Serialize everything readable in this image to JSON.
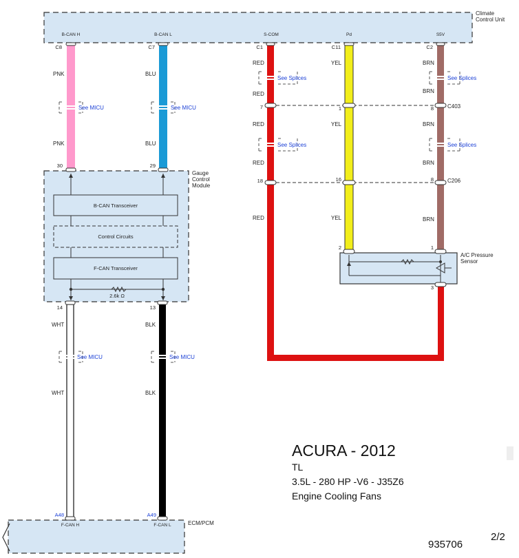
{
  "colors": {
    "pnk": "#ff99cc",
    "blu": "#1a9ad6",
    "red": "#dd1111",
    "yel": "#f2ee1a",
    "brn": "#a06b66",
    "blk": "#000000",
    "wht": "#ffffff",
    "module": "#d6e6f4",
    "link": "#1a3fd6"
  },
  "climate": {
    "name": "Climate\nControl Unit",
    "pins": [
      {
        "label": "B-CAN H",
        "num": "C8"
      },
      {
        "label": "B-CAN L",
        "num": "C7"
      },
      {
        "label": "S-COM",
        "num": "C1"
      },
      {
        "label": "Pd",
        "num": "C11"
      },
      {
        "label": "S5V",
        "num": "C2"
      }
    ]
  },
  "wires": {
    "b_can_h": {
      "upper": "PNK",
      "lower": "PNK"
    },
    "b_can_l": {
      "upper": "BLU",
      "lower": "BLU"
    },
    "s_com": {
      "seg1": "RED",
      "seg2": "RED",
      "seg3": "RED",
      "seg4": "RED",
      "seg5": "RED"
    },
    "pd": {
      "seg1": "YEL",
      "seg2": "YEL",
      "seg3": "YEL"
    },
    "s5v": {
      "seg1": "BRN",
      "seg2": "BRN",
      "seg3": "BRN",
      "seg4": "BRN",
      "seg5": "BRN"
    },
    "f_can_h": {
      "upper": "WHT",
      "lower": "WHT"
    },
    "f_can_l": {
      "upper": "BLK",
      "lower": "BLK"
    }
  },
  "links": {
    "micu": "See MICU",
    "splices": "See Splices"
  },
  "connectors": {
    "c403": {
      "name": "C403",
      "pins": [
        "7",
        "1",
        "8"
      ]
    },
    "c206": {
      "name": "C206",
      "pins": [
        "18",
        "16",
        "8"
      ]
    }
  },
  "gauge": {
    "name": "Gauge\nControl\nModule",
    "top_pins": [
      "30",
      "29"
    ],
    "bottom_pins": [
      "14",
      "13"
    ],
    "b_can": "B-CAN Transceiver",
    "control": "Control  Circuits",
    "f_can": "F-CAN Transceiver",
    "resistor": "2.6k Ω"
  },
  "sensor": {
    "name": "A/C Pressure\nSensor",
    "pins": [
      "2",
      "1",
      "3"
    ]
  },
  "ecm": {
    "name": "ECM/PCM",
    "pins": [
      {
        "num": "A48",
        "label": "F-CAN H"
      },
      {
        "num": "A49",
        "label": "F-CAN L"
      }
    ]
  },
  "caption": {
    "make": "ACURA - 2012",
    "model": "TL",
    "engine": "3.5L -  280 HP -V6 - J35Z6",
    "system": "Engine Cooling Fans"
  },
  "doc_id": "935706",
  "page": "2/2"
}
